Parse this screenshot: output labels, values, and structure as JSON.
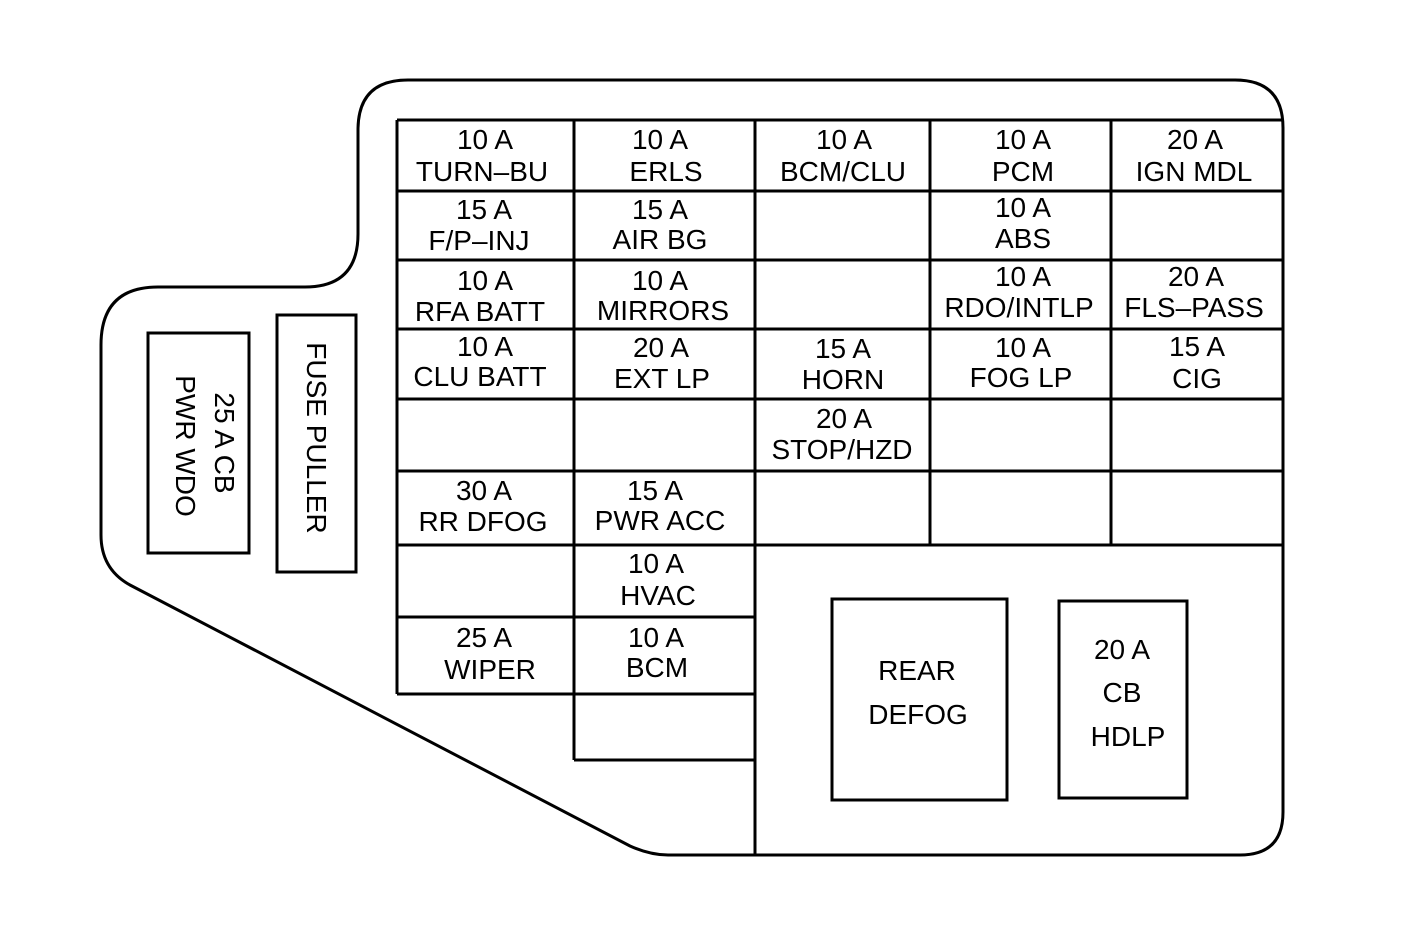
{
  "fuses": [
    {
      "id": "r0c0",
      "amps": "10 A",
      "name": "TURN–BU"
    },
    {
      "id": "r0c1",
      "amps": "10 A",
      "name": "ERLS"
    },
    {
      "id": "r0c2",
      "amps": "10 A",
      "name": "BCM/CLU"
    },
    {
      "id": "r0c3",
      "amps": "10 A",
      "name": "PCM"
    },
    {
      "id": "r0c4",
      "amps": "20 A",
      "name": "IGN MDL"
    },
    {
      "id": "r1c0",
      "amps": "15 A",
      "name": "F/P–INJ"
    },
    {
      "id": "r1c1",
      "amps": "15 A",
      "name": "AIR BG"
    },
    {
      "id": "r1c3",
      "amps": "10 A",
      "name": "ABS"
    },
    {
      "id": "r2c0",
      "amps": "10 A",
      "name": "RFA BATT"
    },
    {
      "id": "r2c1",
      "amps": "10 A",
      "name": "MIRRORS"
    },
    {
      "id": "r2c3",
      "amps": "10 A",
      "name": "RDO/INTLP"
    },
    {
      "id": "r2c4",
      "amps": "20 A",
      "name": "FLS–PASS"
    },
    {
      "id": "r3c0",
      "amps": "10 A",
      "name": "CLU BATT"
    },
    {
      "id": "r3c1",
      "amps": "20 A",
      "name": "EXT LP"
    },
    {
      "id": "r3c2",
      "amps": "15 A",
      "name": "HORN"
    },
    {
      "id": "r3c3",
      "amps": "10 A",
      "name": "FOG LP"
    },
    {
      "id": "r3c4",
      "amps": "15 A",
      "name": "CIG"
    },
    {
      "id": "r4c2",
      "amps": "20 A",
      "name": "STOP/HZD"
    },
    {
      "id": "r5c0",
      "amps": "30 A",
      "name": "RR DFOG"
    },
    {
      "id": "r5c1",
      "amps": "15 A",
      "name": "PWR ACC"
    },
    {
      "id": "r6c1",
      "amps": "10 A",
      "name": "HVAC"
    },
    {
      "id": "r7c0",
      "amps": "25 A",
      "name": "WIPER"
    },
    {
      "id": "r7c1",
      "amps": "10 A",
      "name": "BCM"
    }
  ],
  "relays": {
    "rear_defog": {
      "line1": "REAR",
      "line2": "DEFOG"
    },
    "hdlp_cb": {
      "line1": "20 A",
      "line2": "CB",
      "line3": "HDLP"
    }
  },
  "side": {
    "pwr_wdo": {
      "line1": "25 A  CB",
      "line2": "PWR WDO"
    },
    "fuse_puller": "FUSE PULLER"
  }
}
